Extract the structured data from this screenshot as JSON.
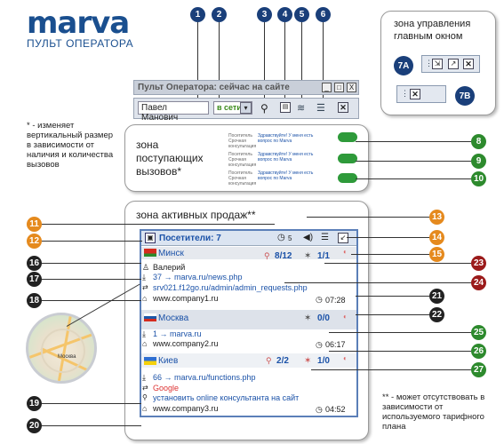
{
  "logo": {
    "name": "marva",
    "subtitle": "ПУЛЬТ ОПЕРАТОРА"
  },
  "window": {
    "title": "Пульт Оператора: сейчас на сайте",
    "operator_name": "Павел Манович",
    "status": "в сети",
    "controls": [
      "_",
      "□",
      "X"
    ]
  },
  "zone_window": {
    "label": "зона управления главным окном",
    "marker_a": "7A",
    "marker_b": "7B"
  },
  "note_size": "* - изменяет вертикальный размер в зависимости от наличия и количества вызовов",
  "zone_incoming": {
    "label": "зона поступающих вызовов*",
    "calls": [
      {
        "who": "Посетитель",
        "label": "Срочная консультация",
        "text": "Здравствуйте! У меня есть вопрос по Marva"
      },
      {
        "who": "Посетитель",
        "label": "Срочная консультация",
        "text": "Здравствуйте! У меня есть вопрос по Marva"
      },
      {
        "who": "Посетитель",
        "label": "Срочная консультация",
        "text": "Здравствуйте! У меня есть вопрос по Marva"
      }
    ]
  },
  "zone_sales": {
    "label": "зона активных продаж**",
    "visitors_label": "Посетители: 7",
    "timer_count": "5",
    "cities": [
      {
        "city": "Минск",
        "chats": "8",
        "chats_total": "12",
        "invites": "1",
        "invites_total": "1",
        "visitor_name": "Валерий",
        "pageviews": "37 → marva.ru/news.php",
        "referer": "srv021.f12go.ru/admin/admin_requests.php",
        "site": "www.company1.ru",
        "time": "07:28",
        "flag": [
          "#ffffff",
          "#d52b1e",
          "#2c8a2c"
        ]
      },
      {
        "city": "Москва",
        "invites": "0",
        "invites_total": "0",
        "pageviews": "1 → marva.ru",
        "site": "www.company2.ru",
        "time": "06:17",
        "flag": [
          "#ffffff",
          "#1c57a8",
          "#d52b1e"
        ]
      },
      {
        "city": "Киев",
        "chats": "2",
        "chats_total": "2",
        "invites": "1",
        "invites_total": "0",
        "pageviews": "66 → marva.ru/functions.php",
        "referer_red": "Google",
        "referer": "установить online консультанта на сайт",
        "site": "www.company3.ru",
        "time": "04:52",
        "flag": [
          "#2f6fd1",
          "#2f6fd1",
          "#f5d10b"
        ]
      }
    ]
  },
  "note_plan": "** - может отсутствовать в зависимости от используемого тарифного плана",
  "map_label": "Москва",
  "markers": {
    "m1": "1",
    "m2": "2",
    "m3": "3",
    "m4": "4",
    "m5": "5",
    "m6": "6",
    "m8": "8",
    "m9": "9",
    "m10": "10",
    "m11": "11",
    "m12": "12",
    "m13": "13",
    "m14": "14",
    "m15": "15",
    "m16": "16",
    "m17": "17",
    "m18": "18",
    "m19": "19",
    "m20": "20",
    "m21": "21",
    "m22": "22",
    "m23": "23",
    "m24": "24",
    "m25": "25",
    "m26": "26",
    "m27": "27"
  }
}
